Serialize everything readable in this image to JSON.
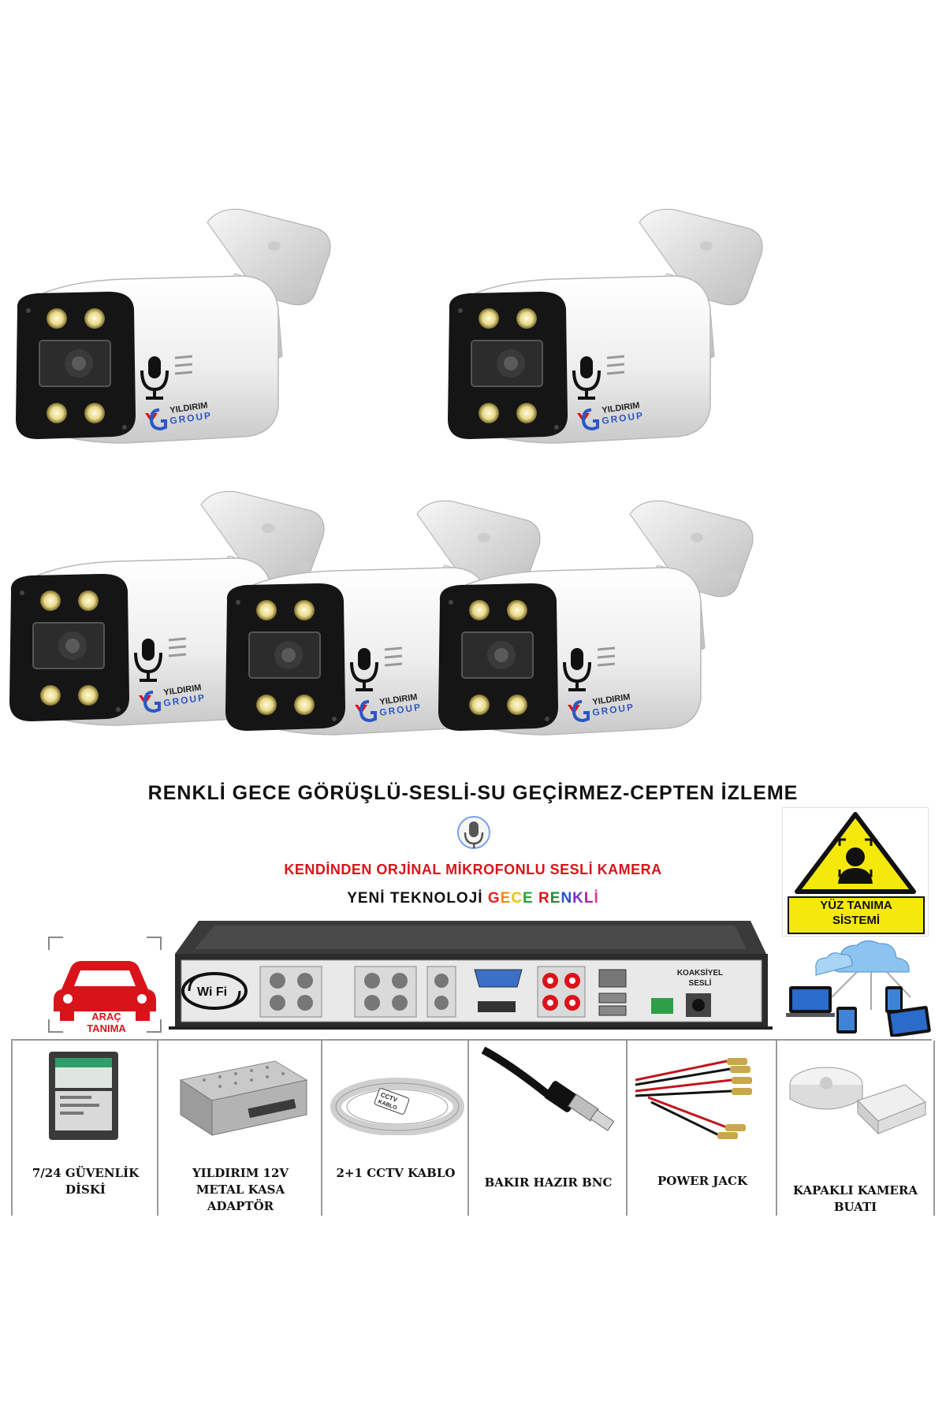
{
  "brand": {
    "name_line1": "YILDIRIM",
    "name_line2": "GROUP",
    "accent_red": "#d8141a",
    "accent_blue": "#2b57c4"
  },
  "headlines": {
    "main": "RENKLİ GECE GÖRÜŞLÜ-SESLİ-SU GEÇİRMEZ-CEPTEN  İZLEME",
    "mic": "KENDİNDEN ORJİNAL MİKROFONLU SESLİ KAMERA",
    "tech_prefix": "YENİ TEKNOLOJİ ",
    "tech_colored": [
      {
        "char": "G",
        "color": "#e52222"
      },
      {
        "char": "E",
        "color": "#f08a10"
      },
      {
        "char": "C",
        "color": "#e8c30c"
      },
      {
        "char": "E",
        "color": "#27a33a"
      },
      {
        "char": " ",
        "color": "#000000"
      },
      {
        "char": "R",
        "color": "#d8141a"
      },
      {
        "char": "E",
        "color": "#1b8e3b"
      },
      {
        "char": "N",
        "color": "#1f55c9"
      },
      {
        "char": "K",
        "color": "#7b2fbf"
      },
      {
        "char": "L",
        "color": "#b0209b"
      },
      {
        "char": "İ",
        "color": "#e03a8c"
      }
    ]
  },
  "badges": {
    "face_recognition": "YÜZ TANIMA SİSTEMİ",
    "face_line1": "YÜZ TANIMA",
    "face_line2": "SİSTEMİ",
    "vehicle_recognition_line1": "ARAÇ",
    "vehicle_recognition_line2": "TANIMA"
  },
  "dvr": {
    "wifi_label": "Wi Fi",
    "coax_label_line1": "KOAKSİYEL",
    "coax_label_line2": "SESLİ"
  },
  "accessories": [
    {
      "label_lines": [
        "7/24 GÜVENLİK",
        "DİSKİ"
      ],
      "icon": "hard-drive-icon"
    },
    {
      "label_lines": [
        "YILDIRIM 12V",
        "METAL KASA",
        "ADAPTÖR"
      ],
      "icon": "power-supply-icon"
    },
    {
      "label_lines": [
        "2+1 CCTV KABLO"
      ],
      "icon": "cable-coil-icon",
      "cable_tag_line1": "CCTV",
      "cable_tag_line2": "KABLO"
    },
    {
      "label_lines": [
        "BAKIR HAZIR BNC"
      ],
      "icon": "bnc-connector-icon"
    },
    {
      "label_lines": [
        "POWER JACK"
      ],
      "icon": "power-jack-icon"
    },
    {
      "label_lines": [
        "KAPAKLI KAMERA",
        "BUATI"
      ],
      "icon": "junction-box-icon"
    }
  ]
}
